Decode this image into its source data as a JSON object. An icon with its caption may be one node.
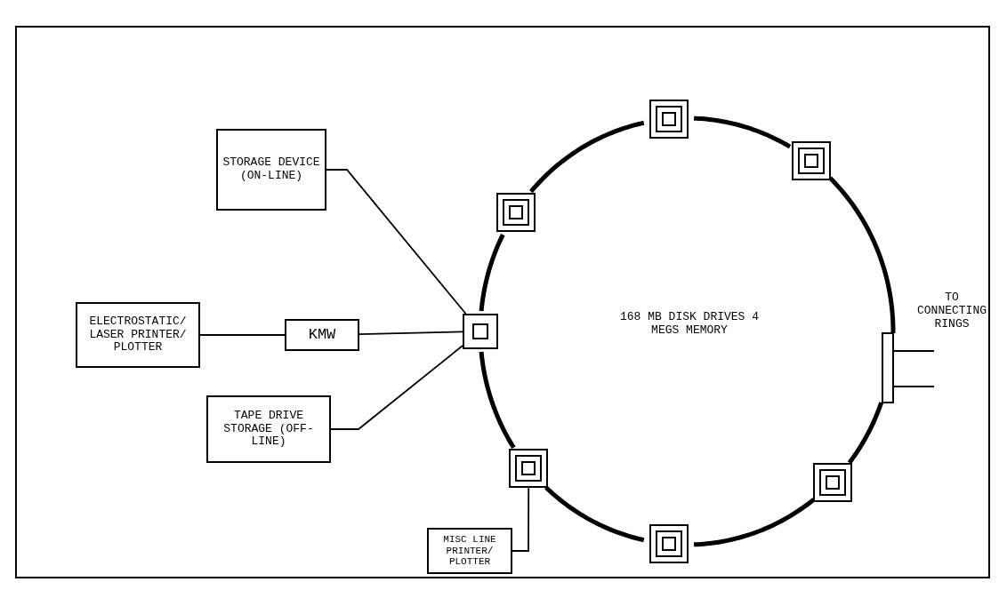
{
  "diagram": {
    "nodes": [
      {
        "text": [
          "STORAGE DEVICE (ON-LINE)"
        ]
      },
      {
        "text": [
          "ELECTROSTATIC/ LASER PRINTER/ PLOTTER"
        ]
      },
      {
        "text": [
          "KMW"
        ]
      },
      {
        "text": [
          "TAPE DRIVE STORAGE (OFF-LINE)"
        ]
      },
      {
        "text": [],
        "shape": "box"
      },
      {
        "text": [],
        "shape": "box"
      },
      {
        "text": [],
        "shape": "box"
      },
      {
        "text": [],
        "shape": "box"
      },
      {
        "text": [],
        "shape": "box"
      },
      {
        "text": [],
        "shape": "box"
      },
      {
        "text": [],
        "shape": "box"
      },
      {
        "text": [],
        "shape": "bar"
      },
      {
        "text": [
          "MISC LINE PRINTER/ PLOTTER"
        ]
      }
    ],
    "edges": [
      {
        "from": 0,
        "to": 4,
        "arrow": "none"
      },
      {
        "from": 1,
        "to": 2,
        "arrow": "none"
      },
      {
        "from": 2,
        "to": 4,
        "arrow": "none"
      },
      {
        "from": 3,
        "to": 4,
        "arrow": "none"
      },
      {
        "from": 6,
        "to": 12,
        "arrow": "none"
      },
      {
        "from": 4,
        "to": 5,
        "arrow": "none"
      },
      {
        "from": 5,
        "to": 7,
        "arrow": "none"
      },
      {
        "from": 7,
        "to": 9,
        "arrow": "none"
      },
      {
        "from": 9,
        "to": 11,
        "arrow": "none"
      },
      {
        "from": 11,
        "to": 10,
        "arrow": "none"
      },
      {
        "from": 10,
        "to": 8,
        "arrow": "none"
      },
      {
        "from": 8,
        "to": 6,
        "arrow": "none"
      },
      {
        "from": 6,
        "to": 4,
        "arrow": "none"
      },
      {
        "from": 11,
        "to": null,
        "arrow": "none"
      },
      {
        "from": 11,
        "to": null,
        "arrow": "none"
      }
    ],
    "labels": [
      "TO CONNECTING RINGS",
      "168 MB DISK DRIVES 4 MEGS MEMORY"
    ]
  }
}
